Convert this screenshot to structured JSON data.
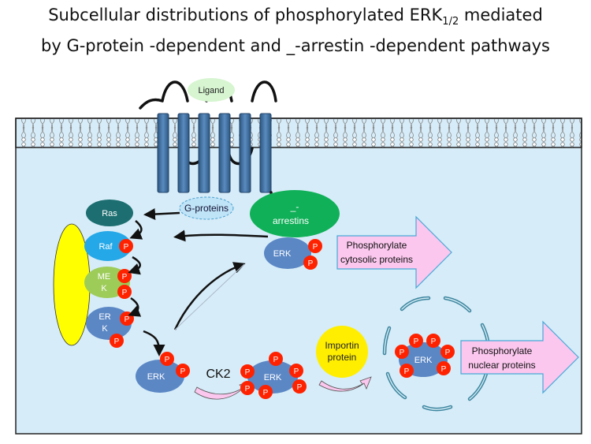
{
  "title": {
    "line1_prefix": "Subcellular  distributions of   phosphorylated  ERK",
    "line1_sub": "1/2",
    "line1_suffix": " mediated",
    "line2": "by G-protein -dependent and   _-arrestin -dependent pathways"
  },
  "labels": {
    "ligand": "Ligand",
    "g_proteins": "G-proteins",
    "arrestin_dash": "_-",
    "arrestins": "arrestins",
    "ras": "Ras",
    "raf": "Raf",
    "mek_1": "ME",
    "mek_2": "K",
    "erk_1": "ER",
    "erk_2": "K",
    "erk": "ERK",
    "p": "P",
    "ck2": "CK2",
    "importin_1": "Importin",
    "importin_2": "protein",
    "cyto_arrow_1": "Phosphorylate",
    "cyto_arrow_2": "cytosolic proteins",
    "nuc_arrow_1": "Phosphorylate",
    "nuc_arrow_2": "nuclear proteins"
  },
  "colors": {
    "cytoplasm": "#d6ecf8",
    "membrane_tail": "#9a9a9a",
    "receptor": "#3f6f9a",
    "ligand": "#d6f5d0",
    "g_proteins": "#bfe3f7",
    "arrestin": "#10b058",
    "ras": "#1c6e70",
    "raf": "#24a8e8",
    "mek": "#9dcc59",
    "erk": "#5b87c5",
    "phospho": "#ff2200",
    "scaffold": "#ffff00",
    "importin": "#ffee00",
    "arrow_fill": "#fbc7ee",
    "nuclear_pore": "#5aaac0"
  }
}
